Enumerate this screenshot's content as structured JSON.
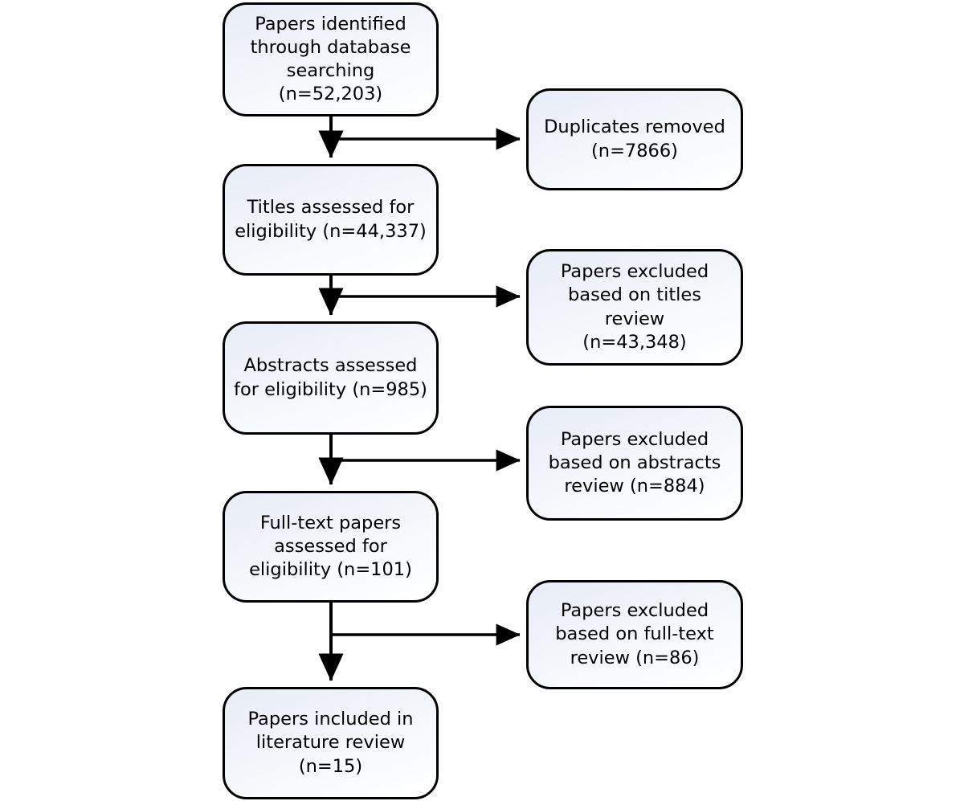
{
  "diagram": {
    "title": "PRISMA study selection flow diagram",
    "type": "flowchart",
    "orientation": "top-to-bottom",
    "colors": {
      "node_border": "#000000",
      "node_fill_top": "#e8edf7",
      "node_fill_bottom": "#ffffff",
      "connector": "#000000",
      "text": "#000000",
      "background": "#ffffff"
    },
    "main_flow": [
      {
        "id": "identified",
        "label": "Papers identified\nthrough database\nsearching (n=52,203)",
        "count": 52203
      },
      {
        "id": "titles-assessed",
        "label": "Titles assessed for\neligibility (n=44,337)",
        "count": 44337
      },
      {
        "id": "abstracts-assessed",
        "label": "Abstracts  assessed\nfor eligibility (n=985)",
        "count": 985
      },
      {
        "id": "fulltext-assessed",
        "label": "Full-text papers\nassessed for\neligibility (n=101)",
        "count": 101
      },
      {
        "id": "included",
        "label": "Papers included in\nliterature review\n(n=15)",
        "count": 15
      }
    ],
    "exclusions": [
      {
        "id": "duplicates-removed",
        "label": "Duplicates removed\n(n=7866)",
        "count": 7866
      },
      {
        "id": "excluded-titles",
        "label": "Papers excluded\nbased on titles\nreview\n(n=43,348)",
        "count": 43348
      },
      {
        "id": "excluded-abstracts",
        "label": "Papers excluded\nbased on abstracts\nreview (n=884)",
        "count": 884
      },
      {
        "id": "excluded-fulltext",
        "label": "Papers excluded\nbased on full-text\nreview  (n=86)",
        "count": 86
      }
    ]
  }
}
